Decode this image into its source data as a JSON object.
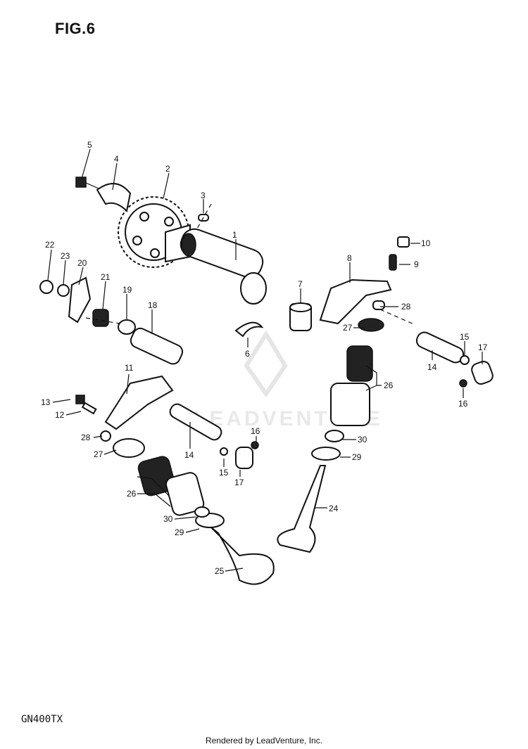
{
  "figure": {
    "title": "FIG.6",
    "model_code": "GN400TX"
  },
  "footer": {
    "text": "Rendered by LeadVenture, Inc."
  },
  "watermark": {
    "text": "LEADVENTURE"
  },
  "labels": [
    "1",
    "2",
    "3",
    "4",
    "5",
    "6",
    "7",
    "8",
    "9",
    "10",
    "11",
    "12",
    "13",
    "14",
    "14",
    "15",
    "15",
    "16",
    "16",
    "17",
    "17",
    "18",
    "19",
    "20",
    "21",
    "22",
    "23",
    "24",
    "25",
    "26",
    "26",
    "27",
    "27",
    "28",
    "28",
    "29",
    "29",
    "30",
    "30"
  ]
}
